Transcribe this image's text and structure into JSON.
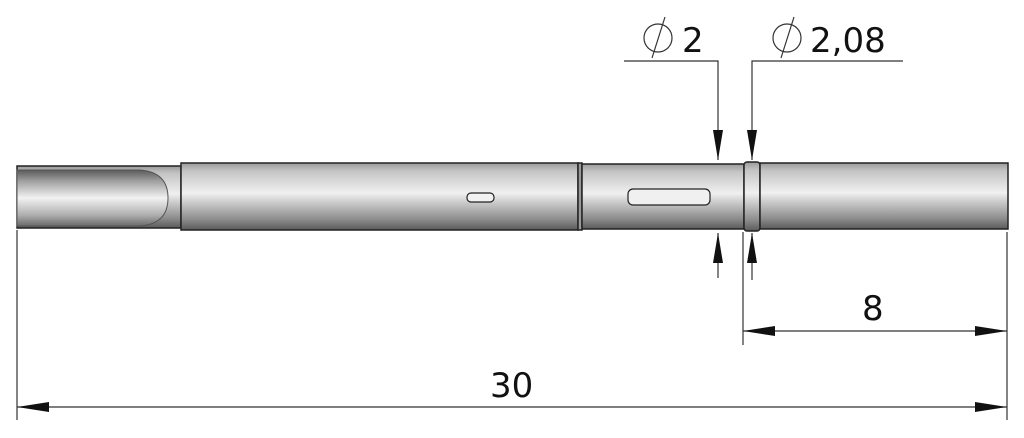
{
  "drawing": {
    "dimensions": {
      "diameter_left": {
        "symbol": "⌀",
        "value": "2"
      },
      "diameter_right": {
        "symbol": "⌀",
        "value": "2,08"
      },
      "length_end": "8",
      "length_total": "30"
    },
    "colors": {
      "part_light": "#e8e8e8",
      "part_mid": "#bdbdbd",
      "part_dark": "#6e6e6e",
      "line": "#222222"
    }
  }
}
